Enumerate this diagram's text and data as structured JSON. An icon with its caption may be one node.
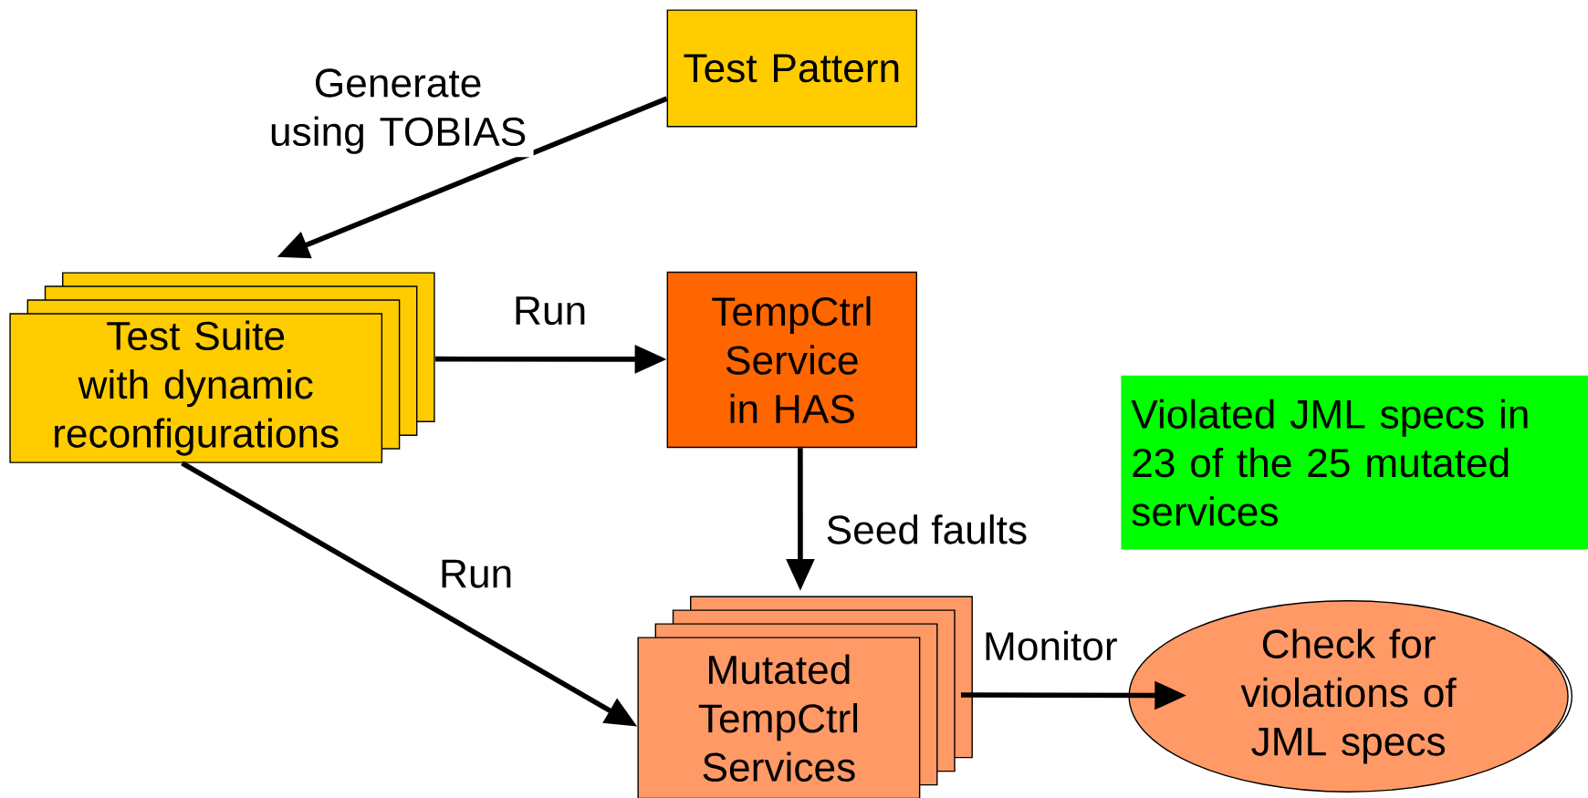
{
  "diagram": {
    "nodes": [
      {
        "text": [
          "Test Pattern"
        ]
      },
      {
        "text": [
          "Test Suite with dynamic reconfigurations"
        ]
      },
      {
        "text": [
          "TempCtrl Service in HAS"
        ]
      },
      {
        "text": [
          "Violated JML specs in 23 of the 25 mutated services"
        ]
      },
      {
        "text": [
          "Mutated TempCtrl Services"
        ]
      },
      {
        "text": [
          "Check for violations of JML specs"
        ]
      }
    ],
    "edges": [
      {
        "from": 0,
        "to": 1,
        "arrow": "to",
        "label": "Generate using TOBIAS"
      },
      {
        "from": 1,
        "to": 2,
        "arrow": "to",
        "label": "Run"
      },
      {
        "from": 2,
        "to": 4,
        "arrow": "to",
        "label": "Seed faults"
      },
      {
        "from": 1,
        "to": 4,
        "arrow": "to",
        "label": "Run"
      },
      {
        "from": 4,
        "to": 5,
        "arrow": "to",
        "label": "Monitor"
      }
    ]
  }
}
